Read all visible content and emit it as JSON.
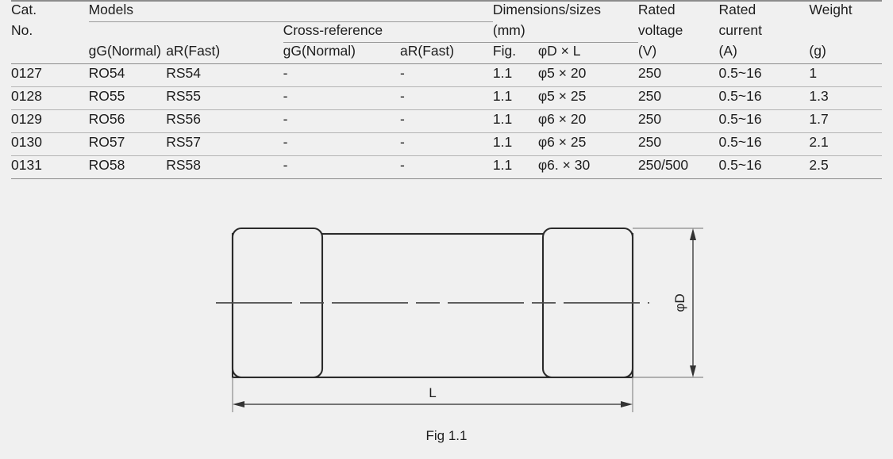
{
  "table": {
    "group_headers": {
      "cat_no_line1": "Cat.",
      "cat_no_line2": "No.",
      "models": "Models",
      "cross_reference": "Cross-reference",
      "dimensions_line1": "Dimensions/sizes",
      "dimensions_line2": "(mm)",
      "rated_voltage_line1": "Rated",
      "rated_voltage_line2": "voltage",
      "rated_current_line1": "Rated",
      "rated_current_line2": "current",
      "weight": "Weight"
    },
    "sub_headers": {
      "gg_normal": "gG(Normal)",
      "ar_fast": "aR(Fast)",
      "xref_gg_normal": "gG(Normal)",
      "xref_ar_fast": "aR(Fast)",
      "fig": "Fig.",
      "diameter_length": "φD × L",
      "voltage_unit": "(V)",
      "current_unit": "(A)",
      "weight_unit": "(g)"
    },
    "rows": [
      {
        "cat_no": "0127",
        "gg_normal": "RO54",
        "ar_fast": "RS54",
        "xref_gg_normal": "-",
        "xref_ar_fast": "-",
        "fig": "1.1",
        "dimensions": "φ5 × 20",
        "rated_voltage": "250",
        "rated_current": "0.5~16",
        "weight": "1"
      },
      {
        "cat_no": "0128",
        "gg_normal": "RO55",
        "ar_fast": "RS55",
        "xref_gg_normal": "-",
        "xref_ar_fast": "-",
        "fig": "1.1",
        "dimensions": "φ5 × 25",
        "rated_voltage": "250",
        "rated_current": "0.5~16",
        "weight": "1.3"
      },
      {
        "cat_no": "0129",
        "gg_normal": "RO56",
        "ar_fast": "RS56",
        "xref_gg_normal": "-",
        "xref_ar_fast": "-",
        "fig": "1.1",
        "dimensions": "φ6 × 20",
        "rated_voltage": "250",
        "rated_current": "0.5~16",
        "weight": "1.7"
      },
      {
        "cat_no": "0130",
        "gg_normal": "RO57",
        "ar_fast": "RS57",
        "xref_gg_normal": "-",
        "xref_ar_fast": "-",
        "fig": "1.1",
        "dimensions": "φ6 × 25",
        "rated_voltage": "250",
        "rated_current": "0.5~16",
        "weight": "2.1"
      },
      {
        "cat_no": "0131",
        "gg_normal": "RO58",
        "ar_fast": "RS58",
        "xref_gg_normal": "-",
        "xref_ar_fast": "-",
        "fig": "1.1",
        "dimensions": "φ6. × 30",
        "rated_voltage": "250/500",
        "rated_current": "0.5~16",
        "weight": "2.5"
      }
    ]
  },
  "figure": {
    "caption": "Fig 1.1",
    "dimension_labels": {
      "length": "L",
      "diameter": "φD"
    }
  },
  "colors": {
    "page_background": "#f0f0f0",
    "text": "#1d1d1d",
    "rule_heavy": "#8c8c8c",
    "rule_light": "#b4b4b4",
    "drawing_outline": "#2b2b2b",
    "drawing_dimension": "#555555"
  }
}
